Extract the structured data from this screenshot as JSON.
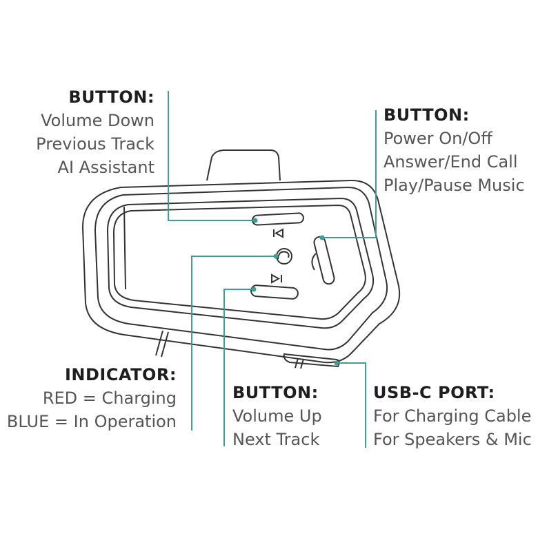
{
  "colors": {
    "leader": "#3a9f95",
    "outline": "#333333",
    "title": "#1e1e1e",
    "body_text": "#555555"
  },
  "callouts": {
    "top_left": {
      "title": "BUTTON:",
      "lines": [
        "Volume Down",
        "Previous Track",
        "AI Assistant"
      ]
    },
    "top_right": {
      "title": "BUTTON:",
      "lines": [
        "Power On/Off",
        "Answer/End Call",
        "Play/Pause Music"
      ]
    },
    "indicator": {
      "title": "INDICATOR:",
      "lines": [
        "RED = Charging",
        "BLUE = In Operation"
      ]
    },
    "bottom_mid": {
      "title": "BUTTON:",
      "lines": [
        "Volume Up",
        "Next Track"
      ]
    },
    "usb": {
      "title": "USB-C PORT:",
      "lines": [
        "For Charging Cable",
        "For Speakers & Mic"
      ]
    }
  },
  "icons": {
    "prev_track": "previous-track-icon",
    "next_track": "play-next-icon",
    "assistant": "assistant-logo-icon",
    "call": "phone-handset-icon"
  }
}
